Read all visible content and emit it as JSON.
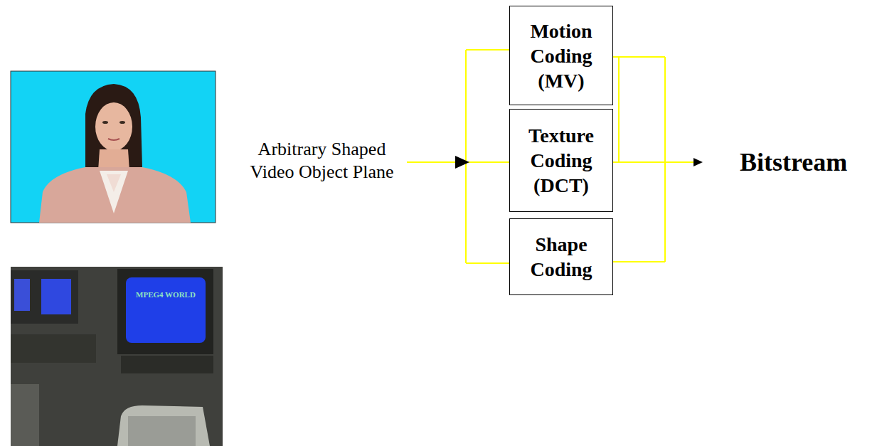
{
  "diagram": {
    "nodes": [
      {
        "text": [
          "Motion Coding (MV)"
        ]
      },
      {
        "text": [
          "Texture Coding (DCT)"
        ]
      },
      {
        "text": [
          "Shape Coding"
        ]
      }
    ],
    "labels": [
      "Arbitrary Shaped Video Object Plane",
      "Bitstream",
      "MPEG4 WORLD"
    ]
  }
}
